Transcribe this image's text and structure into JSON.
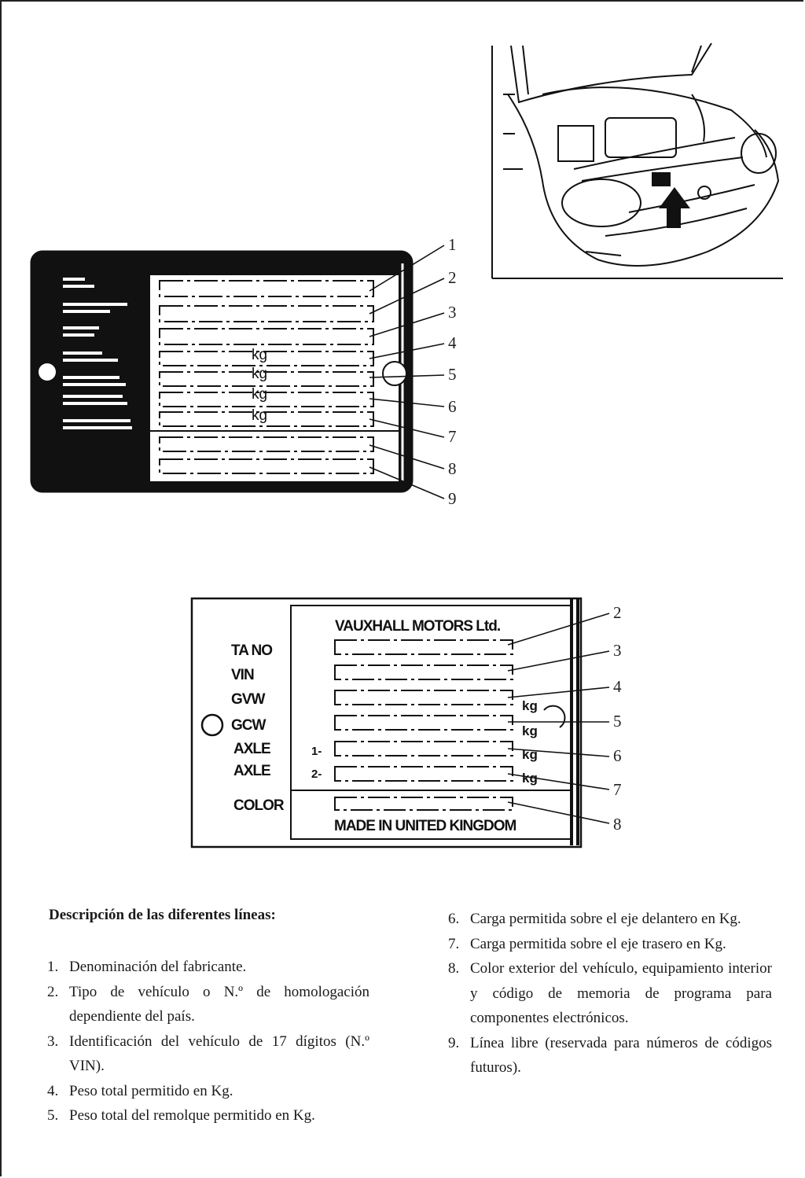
{
  "plate_vauxhall": {
    "header": "VAUXHALL MOTORS Ltd.",
    "footer": "MADE IN UNITED KINGDOM",
    "labels": [
      "TA NO",
      "VIN",
      "GVW",
      "GCW",
      "AXLE",
      "AXLE",
      "COLOR"
    ],
    "axle_prefixes": [
      "1-",
      "2-"
    ],
    "unit": "kg",
    "callouts": [
      "2",
      "3",
      "4",
      "5",
      "6",
      "7",
      "8"
    ]
  },
  "plate_generic": {
    "unit": "kg",
    "callouts": [
      "1",
      "2",
      "3",
      "4",
      "5",
      "6",
      "7",
      "8",
      "9"
    ]
  },
  "description": {
    "heading": "Descripción de las diferentes líneas:",
    "items": [
      {
        "num": "1.",
        "text": "Denominación del fabricante."
      },
      {
        "num": "2.",
        "text": "Tipo de vehículo o N.º de homologación dependiente del país."
      },
      {
        "num": "3.",
        "text": "Identificación del vehículo de 17 dígitos (N.º VIN)."
      },
      {
        "num": "4.",
        "text": "Peso total permitido en Kg."
      },
      {
        "num": "5.",
        "text": "Peso total del remolque permitido en Kg."
      },
      {
        "num": "6.",
        "text": "Carga permitida sobre el eje delantero en Kg."
      },
      {
        "num": "7.",
        "text": "Carga permitida sobre el eje trasero en Kg."
      },
      {
        "num": "8.",
        "text": "Color exterior del vehículo, equipamiento interior y código de memoria de programa para componentes electrónicos."
      },
      {
        "num": "9.",
        "text": "Línea libre (reservada para números de códigos futuros)."
      }
    ]
  }
}
